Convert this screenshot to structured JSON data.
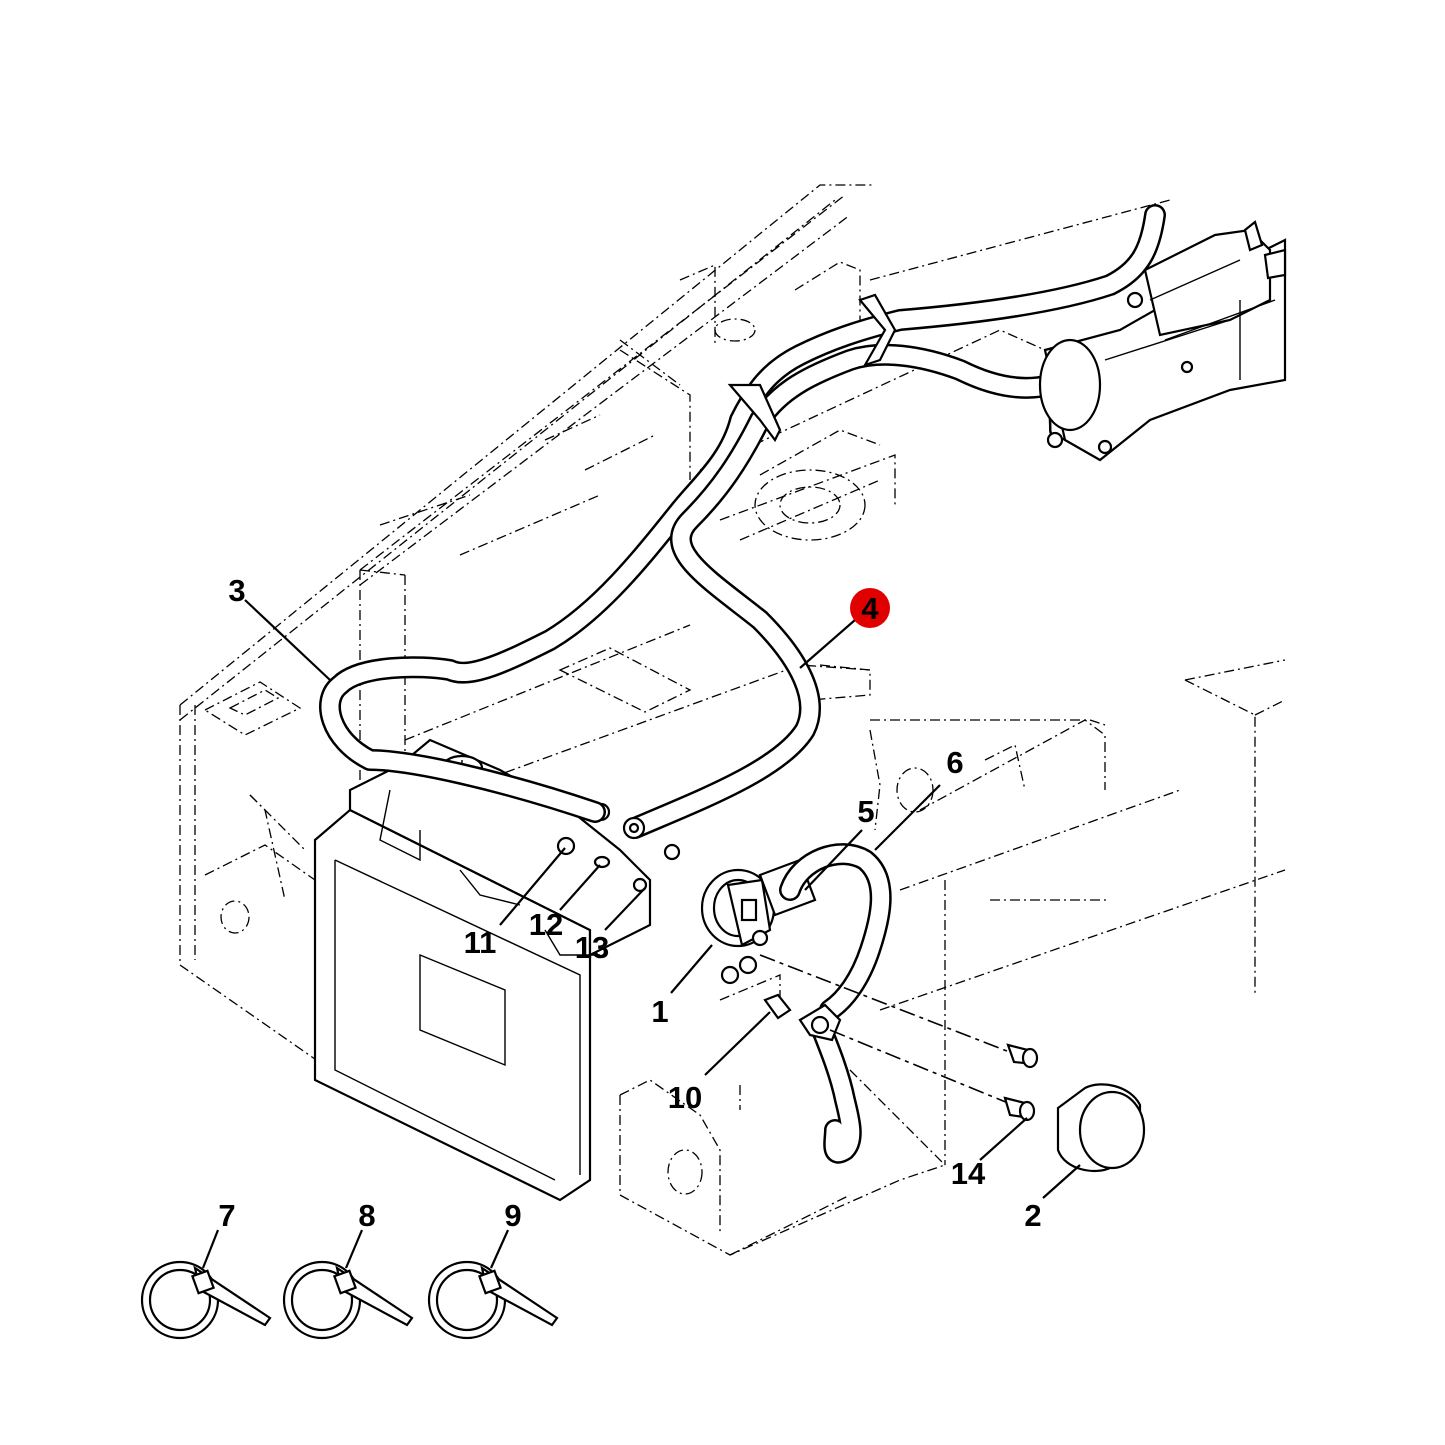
{
  "diagram": {
    "highlight_color": "#e10000",
    "callouts": [
      {
        "id": "1",
        "label": "1"
      },
      {
        "id": "2",
        "label": "2"
      },
      {
        "id": "3",
        "label": "3"
      },
      {
        "id": "4",
        "label": "4",
        "highlighted": true
      },
      {
        "id": "5",
        "label": "5"
      },
      {
        "id": "6",
        "label": "6"
      },
      {
        "id": "7",
        "label": "7"
      },
      {
        "id": "8",
        "label": "8"
      },
      {
        "id": "9",
        "label": "9"
      },
      {
        "id": "10",
        "label": "10"
      },
      {
        "id": "11",
        "label": "11"
      },
      {
        "id": "12",
        "label": "12"
      },
      {
        "id": "13",
        "label": "13"
      },
      {
        "id": "14",
        "label": "14"
      }
    ],
    "parts": [
      "battery",
      "battery-isolator-switch",
      "switch-knob",
      "battery-cable",
      "starter-cable",
      "jumper-cable",
      "ground-cable",
      "cable-tie",
      "bolt",
      "nut",
      "washer",
      "starter-motor",
      "chassis-frame"
    ]
  }
}
